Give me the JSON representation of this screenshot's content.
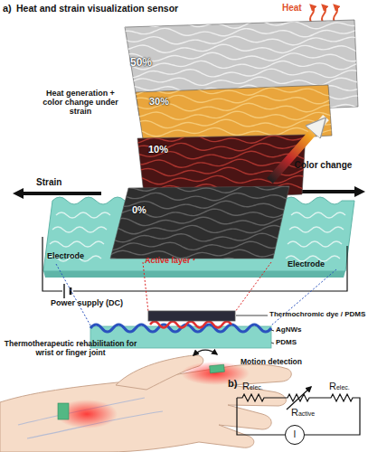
{
  "diagram": {
    "title": "Heat and strain visualization sensor",
    "nodes": [
      {
        "text": [
          "50%"
        ]
      },
      {
        "text": [
          "30%"
        ]
      },
      {
        "text": [
          "10%"
        ]
      },
      {
        "text": [
          "0%"
        ]
      },
      {
        "text": [
          "I"
        ]
      }
    ],
    "edges": [
      {
        "from": 3,
        "to": 0,
        "label": "Color change",
        "arrow": "to"
      }
    ],
    "labels": [
      "a)",
      "Heat",
      "Heat generation + color change under strain",
      "Strain",
      "Electrode",
      "Active layer",
      "Electrode",
      "Power supply (DC)",
      "Thermochromic dye / PDMS",
      "AgNWs",
      "PDMS",
      "Thermotherapeutic rehabilitation for wrist or finger joint",
      "Motion detection",
      "b)",
      "Relec.",
      "Relec.",
      "Ractive"
    ]
  }
}
